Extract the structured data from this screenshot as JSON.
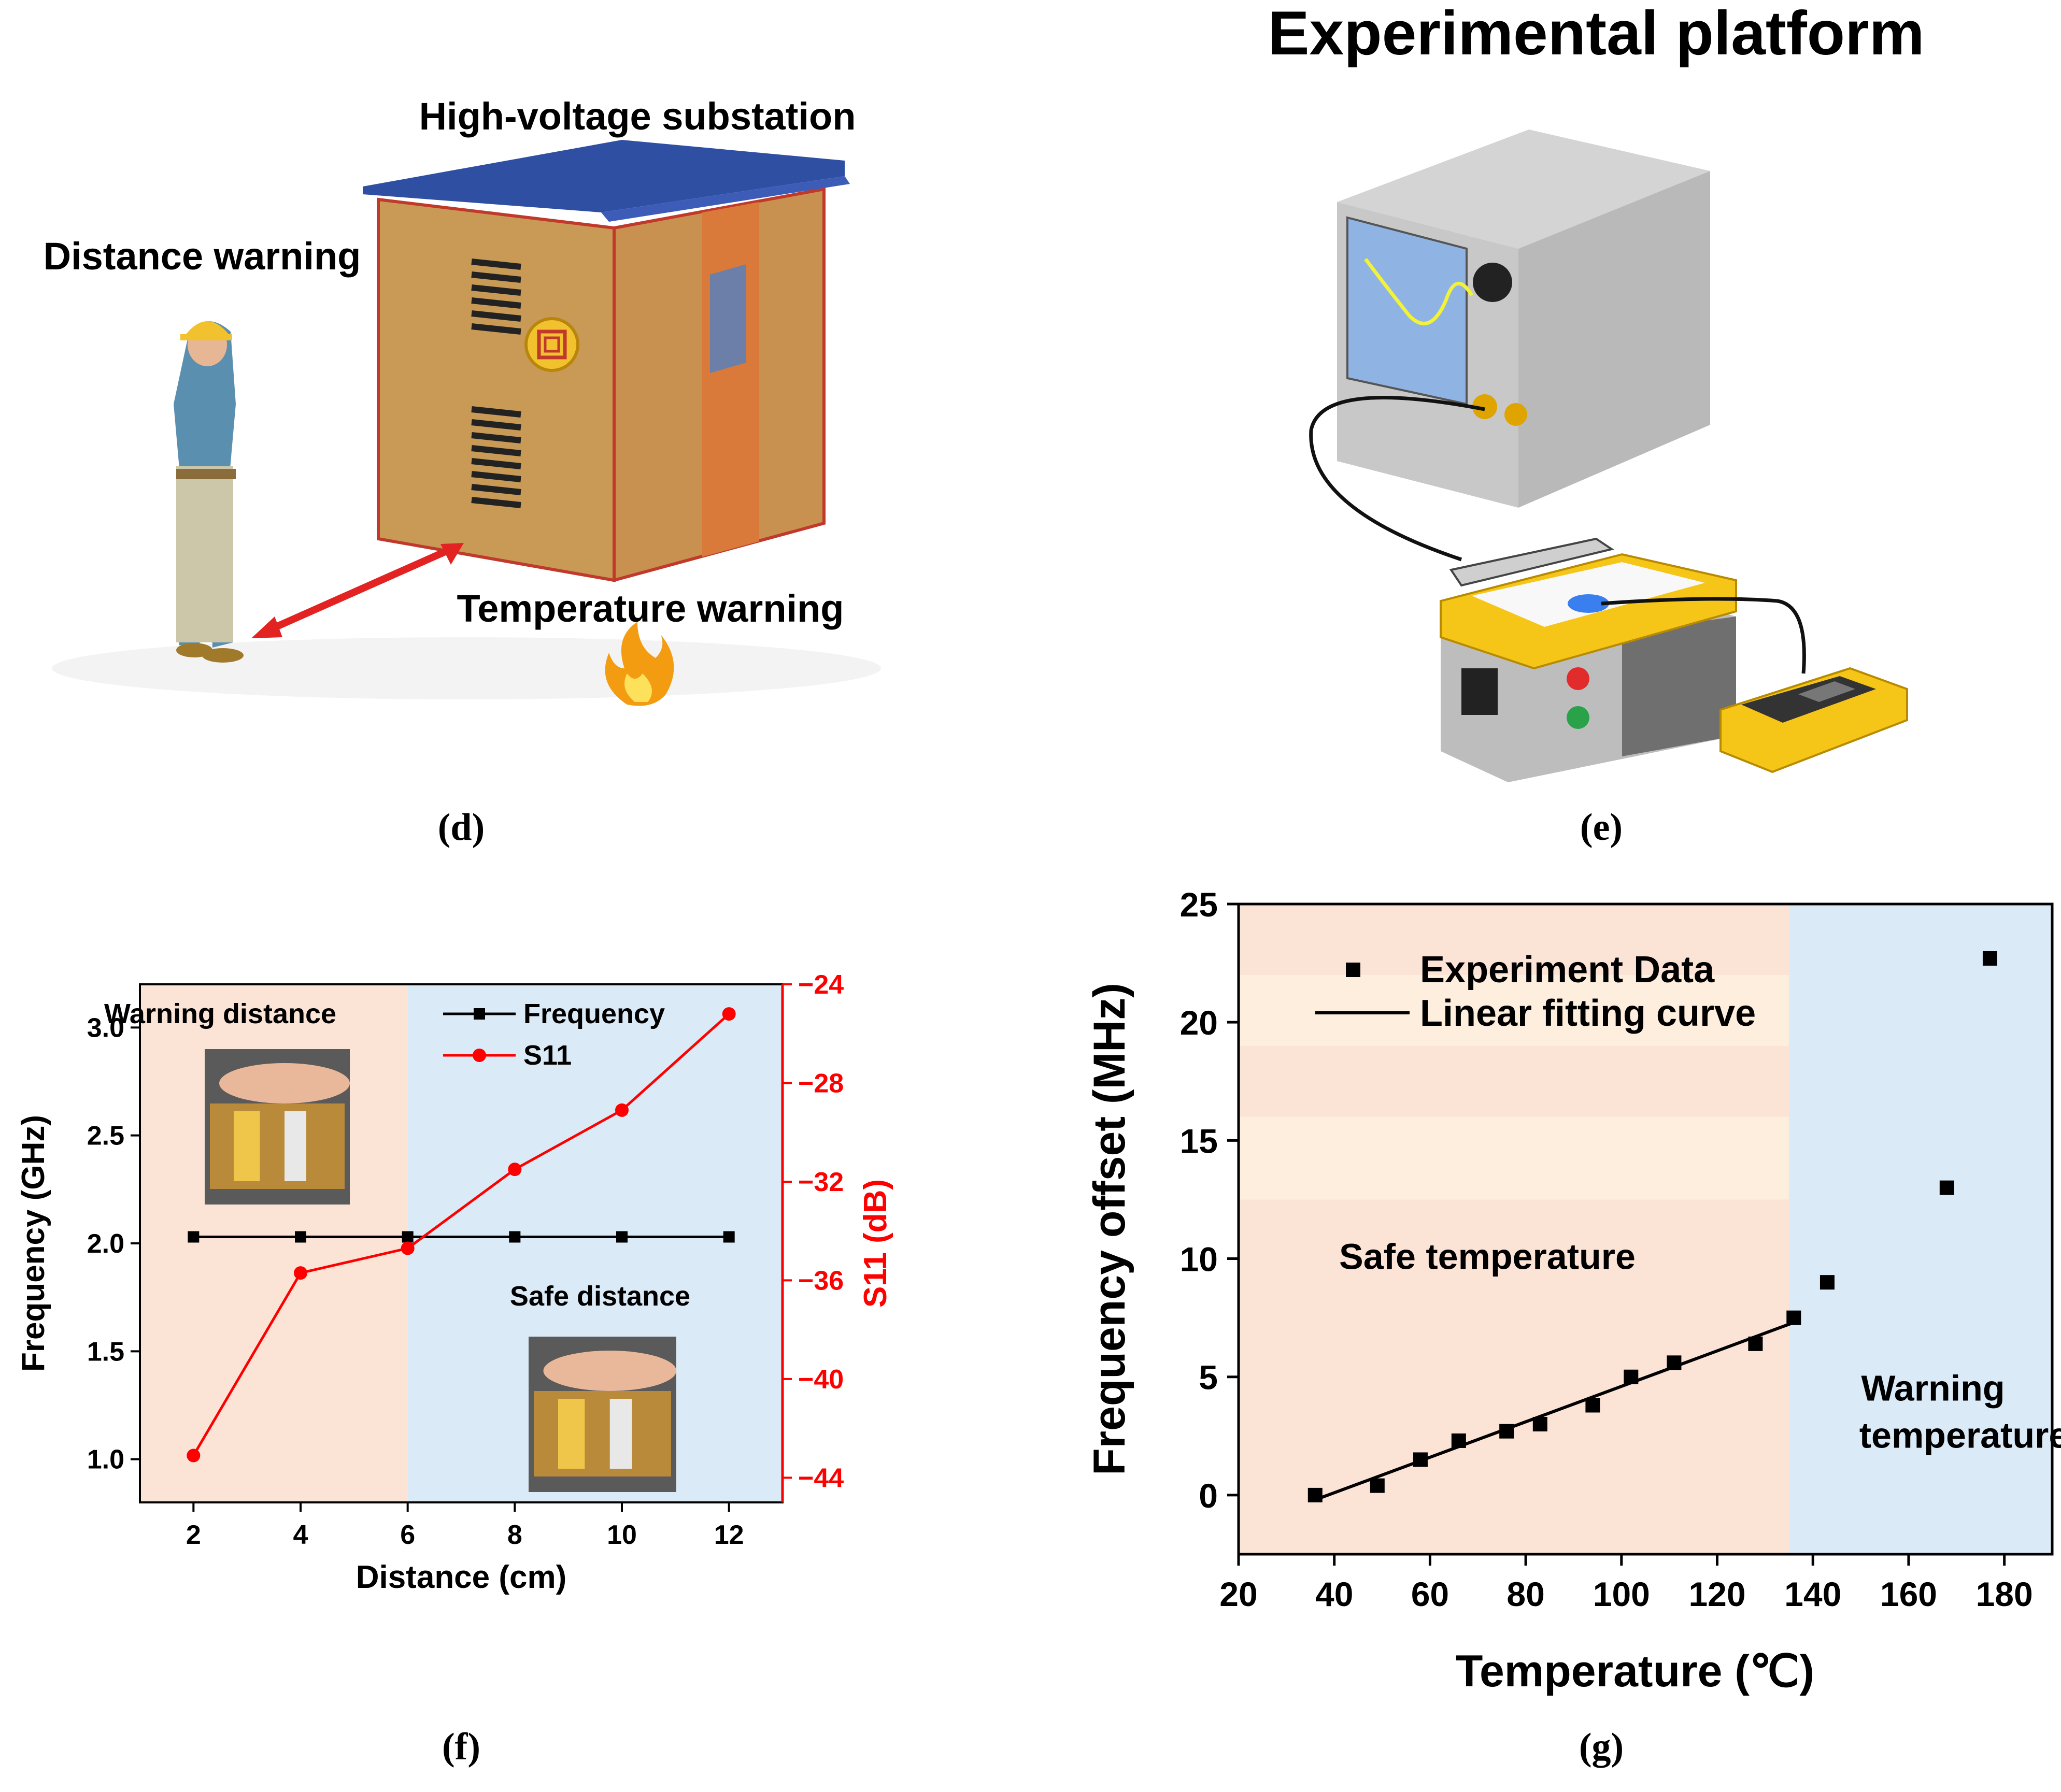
{
  "panels": {
    "d": {
      "label": "(d)",
      "title_substation": "High-voltage substation",
      "label_distance": "Distance warning",
      "label_temperature": "Temperature warning"
    },
    "e": {
      "label": "(e)",
      "title": "Experimental platform"
    },
    "f": {
      "label": "(f)"
    },
    "g": {
      "label": "(g)"
    }
  },
  "colors": {
    "warning_bg": "#fbe3d6",
    "safe_bg": "#dbeaf7",
    "red": "#ff0000",
    "black": "#000000",
    "roof": "#2f4fa3",
    "box": "#c99a55",
    "door": "#d9793a"
  },
  "chart_data": [
    {
      "id": "f",
      "type": "line",
      "xlabel": "Distance (cm)",
      "ylabel": "Frequency (GHz)",
      "ylabel_right": "S11 (dB)",
      "xlim": [
        1,
        13
      ],
      "ylim": [
        0.8,
        3.2
      ],
      "ylim_right": [
        -45,
        -24
      ],
      "x_ticks": [
        2,
        4,
        6,
        8,
        10,
        12
      ],
      "y_ticks": [
        1.0,
        1.5,
        2.0,
        2.5,
        3.0
      ],
      "y_ticks_right": [
        -24,
        -28,
        -32,
        -36,
        -40,
        -44
      ],
      "x": [
        2,
        4,
        6,
        8,
        10,
        12
      ],
      "series": [
        {
          "name": "Frequency",
          "axis": "left",
          "color": "#000000",
          "marker": "square",
          "values": [
            2.03,
            2.03,
            2.03,
            2.03,
            2.03,
            2.03
          ]
        },
        {
          "name": "S11",
          "axis": "right",
          "color": "#ff0000",
          "marker": "circle",
          "values": [
            -43.1,
            -35.7,
            -34.7,
            -31.5,
            -29.1,
            -25.2
          ]
        }
      ],
      "regions": [
        {
          "label": "Warning distance",
          "from": 1,
          "to": 6,
          "color": "#fbe3d6"
        },
        {
          "label": "Safe distance",
          "from": 6,
          "to": 13,
          "color": "#dbeaf7"
        }
      ],
      "legend": "top"
    },
    {
      "id": "g",
      "type": "scatter",
      "xlabel": "Temperature (℃)",
      "ylabel": "Frequency offset (MHz)",
      "xlim": [
        20,
        190
      ],
      "ylim": [
        -2.5,
        25
      ],
      "x_ticks": [
        20,
        40,
        60,
        80,
        100,
        120,
        140,
        160,
        180
      ],
      "y_ticks": [
        0,
        5,
        10,
        15,
        20,
        25
      ],
      "series": [
        {
          "name": "Experiment Data",
          "marker": "square",
          "x": [
            36,
            49,
            58,
            66,
            76,
            83,
            94,
            102,
            111,
            128,
            136,
            143,
            168,
            177
          ],
          "y": [
            0.0,
            0.4,
            1.5,
            2.3,
            2.7,
            3.0,
            3.8,
            5.0,
            5.6,
            6.4,
            7.5,
            9.0,
            13.0,
            22.7
          ]
        }
      ],
      "fit": {
        "name": "Linear fitting curve",
        "x": [
          36,
          136
        ],
        "y": [
          -0.2,
          7.3
        ]
      },
      "regions": [
        {
          "label": "Safe temperature",
          "from": 20,
          "to": 135,
          "color": "#fbe3d6"
        },
        {
          "label": "Warning\ntemperature",
          "from": 135,
          "to": 190,
          "color": "#dbeaf7"
        }
      ],
      "region_label_warning_1": "Warning",
      "region_label_warning_2": "temperature",
      "legend": "top-left"
    }
  ]
}
